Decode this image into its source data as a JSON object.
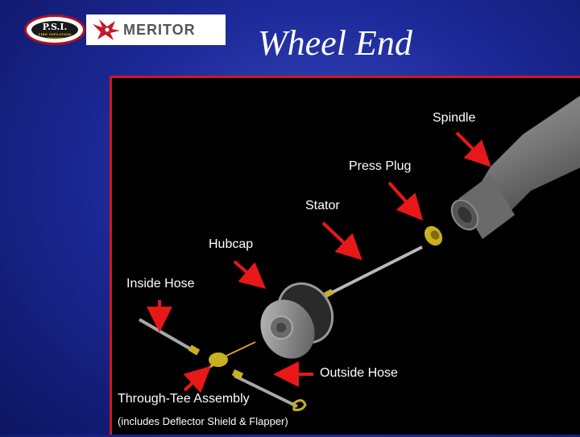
{
  "header": {
    "title": "Wheel End",
    "logos": [
      {
        "name": "P.S.I.",
        "tagline": "TIRE INFLATION SYSTEM"
      },
      {
        "name": "MERITOR"
      }
    ]
  },
  "labels": {
    "spindle": "Spindle",
    "press_plug": "Press Plug",
    "stator": "Stator",
    "hubcap": "Hubcap",
    "inside_hose": "Inside Hose",
    "outside_hose": "Outside Hose",
    "through_tee": "Through-Tee Assembly",
    "through_tee_note": "(includes Deflector Shield & Flapper)"
  },
  "colors": {
    "background": "#1d2a9a",
    "panel_border": "#d01818",
    "arrow": "#e81818",
    "brass": "#c8b020"
  }
}
